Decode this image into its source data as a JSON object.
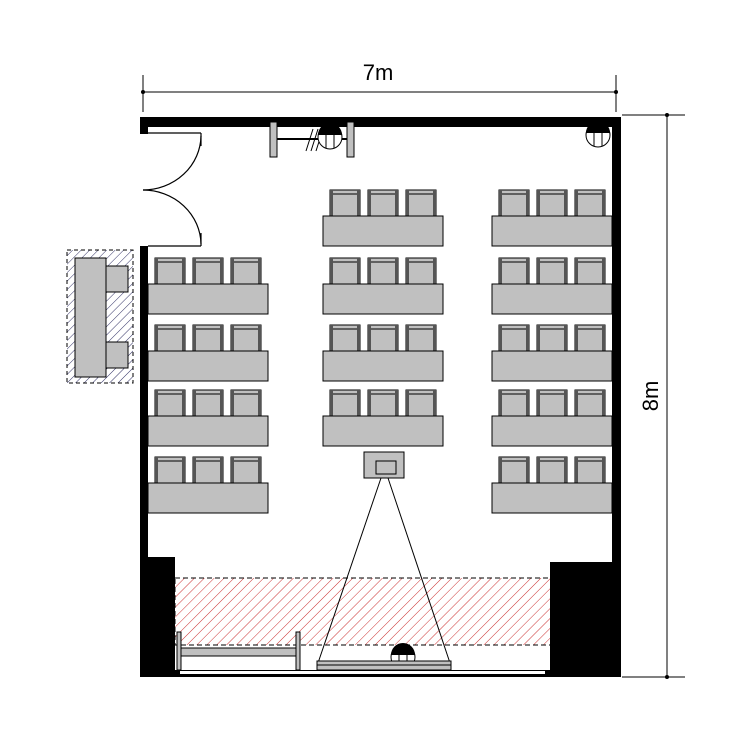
{
  "dimensions": {
    "width_label": "7m",
    "height_label": "8m"
  },
  "colors": {
    "wall": "#000000",
    "furniture": "#c0c0c0",
    "stage_hatch": "#cc3333",
    "annex_hatch": "#333366"
  },
  "layout_counts": {
    "chairs_per_desk": 3,
    "left_column_desks": 4,
    "middle_column_desks": 4,
    "right_column_desks": 5
  }
}
